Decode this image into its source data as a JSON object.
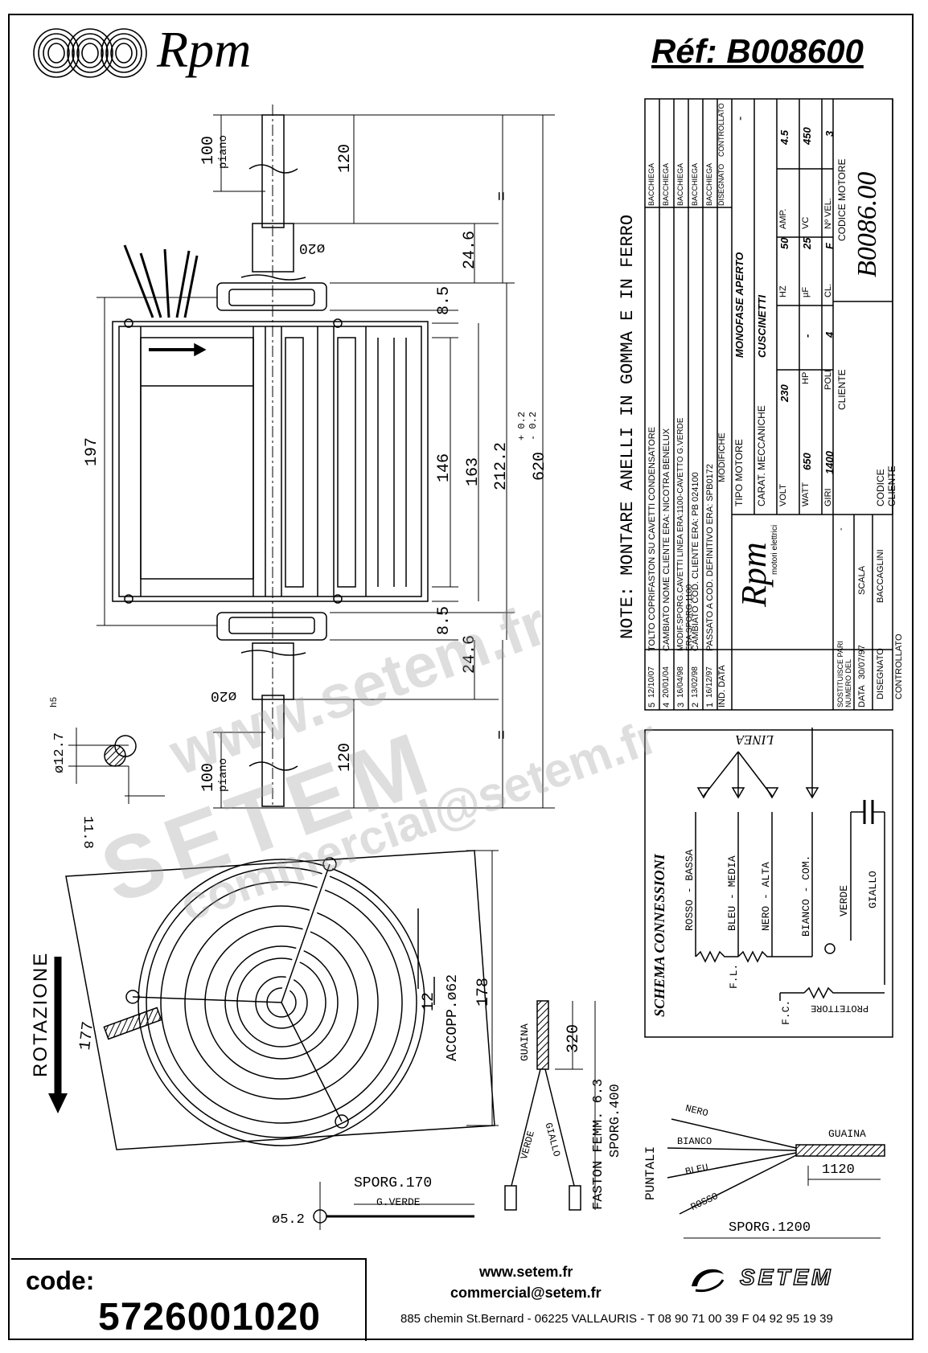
{
  "header": {
    "brand": "Rpm",
    "reference": "Réf:  B008600"
  },
  "drawing": {
    "note": "NOTE: MONTARE ANELLI IN GOMMA E IN FERRO",
    "dimensions": {
      "piano_top": "100",
      "piano_top_label": "piano",
      "shaft_top": "120",
      "equal_top": "=",
      "d24_top": "24.6",
      "d85_top": "8.5",
      "d146": "146",
      "d163": "163",
      "d212": "212.2",
      "d620": "620",
      "d620_tol": "+ 0.2\n- 0.2",
      "d197": "197",
      "phi20_top": "ø20",
      "phi20_bot": "ø20",
      "d85_bot": "8.5",
      "d24_bot": "24.6",
      "equal_bot": "=",
      "shaft_bot": "120",
      "piano_bot": "100",
      "piano_bot_label": "piano",
      "phi127": "ø12.7",
      "h5": "h5",
      "d118": "11.8",
      "d177": "177",
      "d178": "178",
      "d12": "12",
      "accopp": "ACCOPP.ø62",
      "rotation": "ROTAZIONE",
      "guaina": "GUAINA",
      "d320": "320",
      "faston": "FASTON FEMM. 6.3",
      "sporg400": "SPORG.400",
      "verde": "VERDE",
      "giallo": "GIALLO",
      "sporg170": "SPORG.170",
      "gverde": "G.VERDE",
      "phi52": "ø5.2",
      "nero": "NERO",
      "bianco": "BIANCO",
      "bleu": "BLEU",
      "rosso": "ROSSO",
      "puntali": "PUNTALI",
      "guaina2": "GUAINA",
      "d1120": "1120",
      "sporg1200": "SPORG.1200"
    }
  },
  "title_block": {
    "revisions": [
      {
        "ind": "5",
        "date": "12/10/07",
        "text": "TOLTO COPRIFASTON SU CAVETTI CONDENSATORE",
        "by": "BACCHIEGA"
      },
      {
        "ind": "4",
        "date": "20/01/04",
        "text": "CAMBIATO NOME CLIENTE ERA: NICOTRA BENELUX",
        "by": "BACCHIEGA"
      },
      {
        "ind": "3",
        "date": "16/04/98",
        "text": "MODIF.SPORG.CAVETTI LINEA ERA:1100-CAVETTO G.VERDE ERA SPORG.1100",
        "by": "BACCHIEGA"
      },
      {
        "ind": "2",
        "date": "13/02/98",
        "text": "CAMBIATO COD. CLIENTE ERA: PB 024100",
        "by": "BACCHIEGA"
      },
      {
        "ind": "1",
        "date": "16/12/97",
        "text": "PASSATO A COD. DEFINITIVO ERA: SPB0172",
        "by": "BACCHIEGA"
      }
    ],
    "rev_header": {
      "ind": "IND.",
      "date": "DATA",
      "text": "MODIFICHE",
      "by": "DISEGNATO",
      "ctrl": "CONTROLLATO"
    },
    "tipo_motore_label": "TIPO MOTORE",
    "tipo_motore": "MONOFASE APERTO",
    "carat_label": "CARAT. MECCANICHE",
    "carat": "CUSCINETTI",
    "dash": "-",
    "volt_label": "VOLT",
    "volt": "230",
    "hz_label": "HZ",
    "hz": "50",
    "amp_label": "AMP.",
    "amp": "4.5",
    "watt_label": "WATT",
    "watt": "650",
    "hp_label": "HP",
    "hp": "-",
    "uf_label": "µF",
    "uf": "25",
    "vc_label": "VC",
    "vc": "450",
    "giri_label": "GIRI",
    "giri": "1400",
    "poli_label": "POLI",
    "poli": "4",
    "cl_label": "CL.",
    "cl": "F",
    "vel_label": "Nº VEL.",
    "vel": "3",
    "cliente_label": "CLIENTE",
    "codice_motore_label": "CODICE MOTORE",
    "codice_motore": "B0086.00",
    "codice_cliente_label": "CODICE CLIENTE",
    "rpm_brand": "Rpm",
    "rpm_sub": "motori elettrici",
    "sostituisce": "SOSTITUISCE PARI NUMERO DEL",
    "sostituisce_val": "-",
    "data_label": "DATA",
    "data": "30/07/97",
    "scala_label": "SCALA",
    "disegnato_label": "DISEGNATO",
    "disegnato": "BACCAGLINI",
    "controllato_label": "CONTROLLATO"
  },
  "schema": {
    "title": "SCHEMA CONNESSIONI",
    "linea": "LINEA",
    "wires": [
      "ROSSO - BASSA",
      "BLEU - MEDIA",
      "NERO - ALTA",
      "BIANCO - COM.",
      "VERDE",
      "GIALLO"
    ],
    "fl": "F.L.",
    "fc": "F.C.",
    "protettore": "PROTETTORE"
  },
  "footer": {
    "code_label": "code:",
    "code": "5726001020",
    "web": "www.setem.fr",
    "email": "commercial@setem.fr",
    "address": "885 chemin St.Bernard  -  06225 VALLAURIS  -  T 08 90 71 00 39   F 04 92 95 19 39",
    "brand": "SETEM"
  },
  "watermark": {
    "line1": "www.setem.fr",
    "line2": "SETEM",
    "line3": "commercial@setem.fr"
  }
}
